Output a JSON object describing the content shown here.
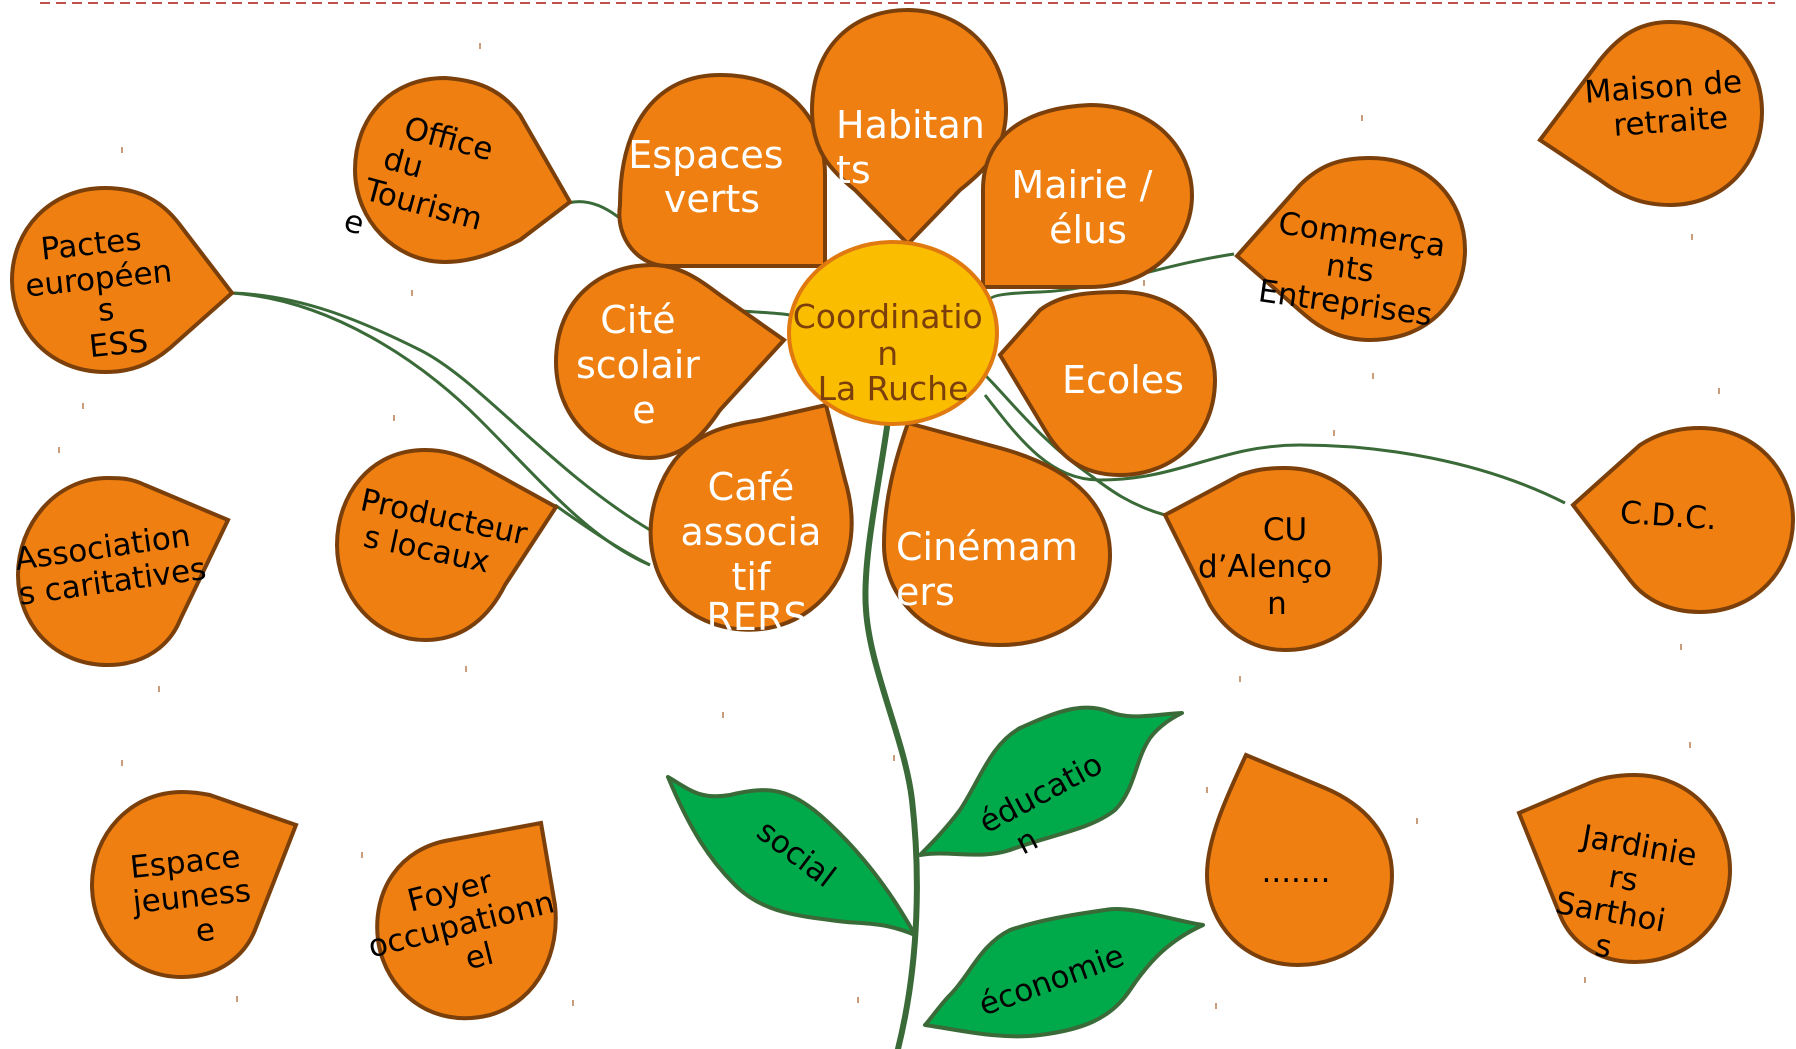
{
  "colors": {
    "petal": "#ee7f10",
    "petal_outline": "#7a3f0a",
    "center": "#fbbd00",
    "leaf": "#00aa4a",
    "stem": "#3a6a38",
    "top_dashed_line": "#c0504d"
  },
  "center": {
    "lines": [
      "Coordinatio",
      "n",
      "La Ruche"
    ]
  },
  "inner_petals": {
    "espaces_verts": [
      "Espaces",
      "verts"
    ],
    "habitants": [
      "Habitan",
      "ts"
    ],
    "mairie": [
      "Mairie /",
      "élus"
    ],
    "cite_scolaire": [
      "Cité",
      "scolair",
      "e"
    ],
    "ecoles": [
      "Ecoles"
    ],
    "cafe": [
      "Café",
      "associa",
      "tif",
      "RERS"
    ],
    "cinemamers": [
      "Cinémam",
      "ers"
    ]
  },
  "outer_petals": {
    "office_tourisme": [
      "Office",
      "du",
      "Tourism",
      "e"
    ],
    "pactes": [
      "Pactes",
      "européen",
      "s",
      "ESS"
    ],
    "maison_retraite": [
      "Maison de",
      "retraite"
    ],
    "commercants": [
      "Commerça",
      "nts",
      "Entreprises"
    ],
    "producteurs": [
      "Producteur",
      "s locaux"
    ],
    "associations": [
      "Association",
      "s caritatives"
    ],
    "cu_alencon": [
      "CU",
      "d’Alenço",
      "n"
    ],
    "cdc": [
      "C.D.C."
    ],
    "espace_jeunesse": [
      "Espace",
      "jeuness",
      "e"
    ],
    "foyer": [
      "Foyer",
      "occupationn",
      "el"
    ],
    "ellipsis": [
      "......."
    ],
    "jardiniers": [
      "Jardinie",
      "rs",
      "Sarthoi",
      "s"
    ]
  },
  "leaves": {
    "social": "social",
    "education": [
      "éducatio",
      "n"
    ],
    "economie": "économie"
  }
}
